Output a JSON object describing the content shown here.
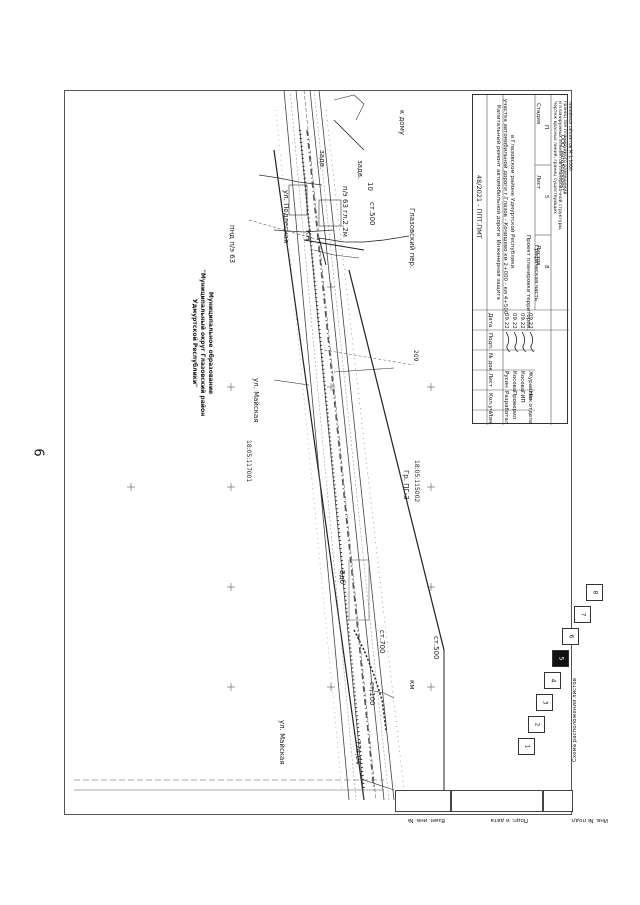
{
  "page_number": "6",
  "municipality": {
    "line1": "Муниципальное образование",
    "line2": "\"Муниципальный округ Глазовский район",
    "line3": "Удмуртской Республики\""
  },
  "map_labels": {
    "street_mayskaya_top": "ул. Майская",
    "street_mayskaya_bottom": "ул. Майская",
    "street_podlesnaya": "ул. Подлесная",
    "glazovsky_per": "Глазовский пер.",
    "to_house": "к дому",
    "pipe": "пнд п/э 63",
    "pipe_depth": "п/э 63 гл.2,2м",
    "cadastral_1": "18:05:117001",
    "cadastral_2": "18:05:115002",
    "gas_3": "Гр. ПГ-3",
    "st_500_a": "ст.500",
    "st_500_b": "ст.500",
    "st_100": "ст.100",
    "st_700": "ст.700",
    "vdr": "Вдб",
    "zadv_1": "задв.",
    "zadv_2": "задв.",
    "kn": "КН",
    "num_174": "174,04",
    "num_10": "10",
    "num_209": "209",
    "km": "км"
  },
  "stamp": {
    "code": "48/2021 - ППТ.ПМТ",
    "title_lines": [
      "Капитальный ремонт автомобильной дороги. Инженерная защита",
      "участка автомобильной дороги г.Глазов - Кочишево км 2+000 - км 4+500",
      "в Глазовском районе Удмуртской Республики"
    ],
    "sheet_name_lines": [
      "Проект планировки территории.",
      "Графическая часть"
    ],
    "drawing_caption_lines": [
      "Чертеж красных линий, границ существующих",
      "и планируемых элементов планировочной структуры,",
      "границ зон планируемого размещения",
      "линейных объектов М 1:1000"
    ],
    "headers": {
      "stage": "Стадия",
      "sheet": "Лист",
      "sheets": "Листов"
    },
    "values": {
      "stage": "П",
      "sheet": "5",
      "sheets": "8"
    },
    "company": "ООО \"Автодорпроект\"",
    "col_headers": [
      "Изм.",
      "Кол.уч.",
      "Лист",
      "№ док.",
      "Подп.",
      "Дата"
    ],
    "roles": [
      "Разработал",
      "Проверил",
      "ГИП",
      "Нач.отдела"
    ],
    "names": [
      "Русин",
      "Косова",
      "Косова",
      "Журавлёв"
    ],
    "dates": [
      "09.22",
      "09.22",
      "09.22",
      "09.22"
    ]
  },
  "scheme": {
    "title": "Схема расположения листов",
    "sheets": [
      "1",
      "2",
      "3",
      "4",
      "5",
      "6",
      "7",
      "8"
    ],
    "active": "5"
  },
  "margin": {
    "inv_no_orig": "Инв. № подл.",
    "sign_date": "Подп. и дата",
    "replace_inv": "Взам. инв. №"
  }
}
